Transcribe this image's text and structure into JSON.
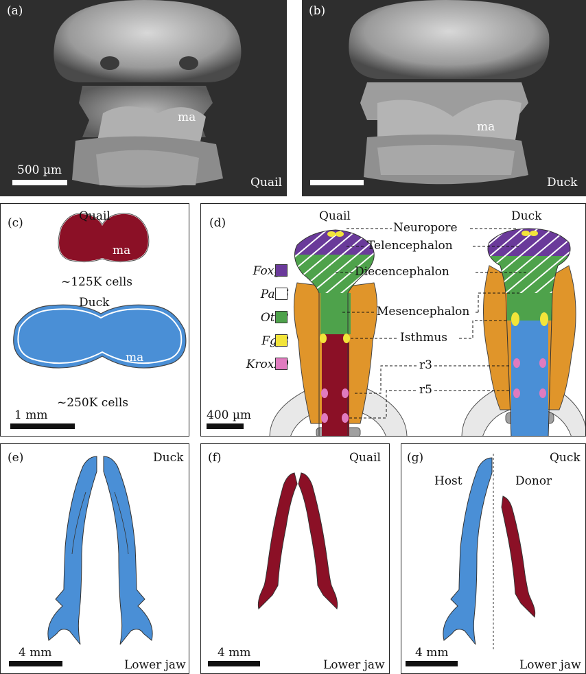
{
  "panels": {
    "a": {
      "letter": "(a)",
      "ma": "ma",
      "species": "Quail",
      "scale": "500 µm"
    },
    "b": {
      "letter": "(b)",
      "ma": "ma",
      "species": "Duck"
    },
    "c": {
      "letter": "(c)",
      "quail": "Quail",
      "quail_ma": "ma",
      "quail_cells": "~125K cells",
      "duck": "Duck",
      "duck_ma": "ma",
      "duck_cells": "~250K cells",
      "scale": "1 mm"
    },
    "d": {
      "letter": "(d)",
      "quail": "Quail",
      "duck": "Duck",
      "scale": "400 µm",
      "legend": [
        {
          "gene": "Foxg1",
          "color": "#6a3a9a"
        },
        {
          "gene": "Pax6",
          "color": "#ffffff"
        },
        {
          "gene": "Otx2",
          "color": "#4ea24b"
        },
        {
          "gene": "Fgf8",
          "color": "#f2e43a"
        },
        {
          "gene": "Krox20",
          "color": "#e07bbf"
        }
      ],
      "regions": [
        "Neuropore",
        "Telencephalon",
        "Diecencephalon",
        "Mesencephalon",
        "Isthmus",
        "r3",
        "r5"
      ]
    },
    "e": {
      "letter": "(e)",
      "species": "Duck",
      "scale": "4 mm",
      "caption": "Lower jaw"
    },
    "f": {
      "letter": "(f)",
      "species": "Quail",
      "scale": "4 mm",
      "caption": "Lower jaw"
    },
    "g": {
      "letter": "(g)",
      "species": "Quck",
      "host": "Host",
      "donor": "Donor",
      "scale": "4 mm",
      "caption": "Lower jaw"
    }
  },
  "colors": {
    "quail": "#8b1026",
    "duck": "#4a8fd6",
    "neural_crest": "#e0952a",
    "photo_bg": "#2b2b2b"
  }
}
